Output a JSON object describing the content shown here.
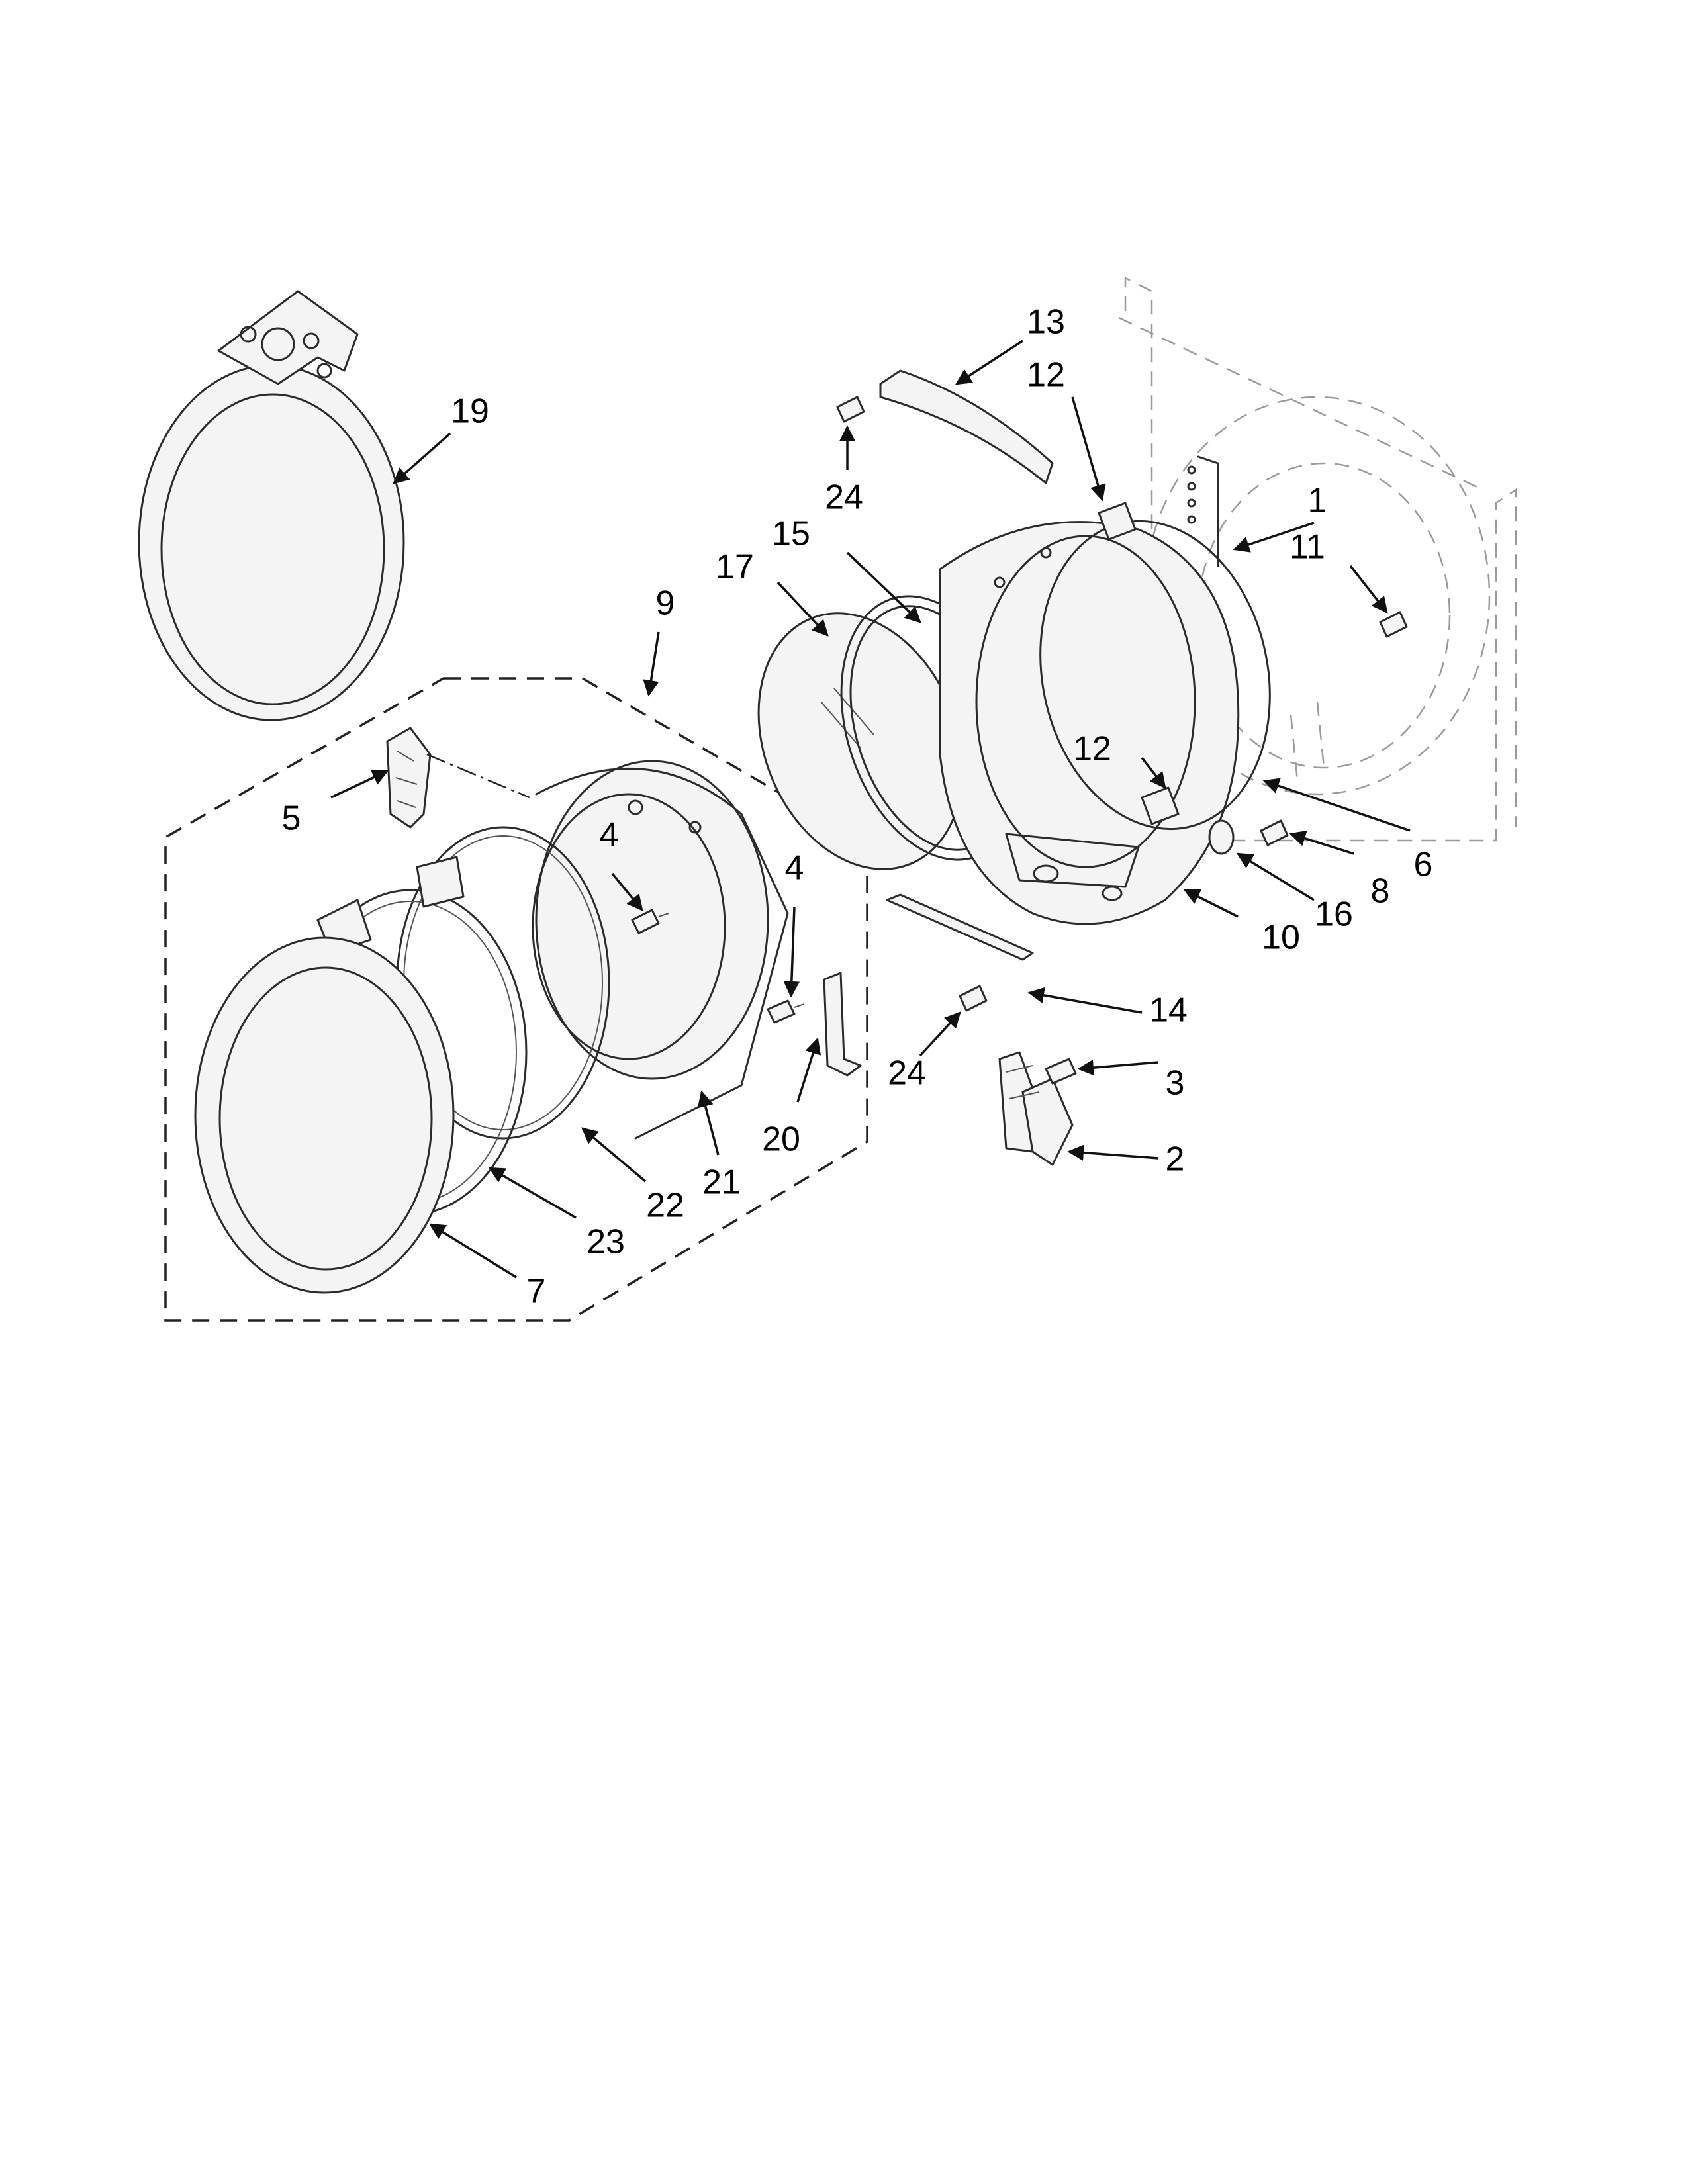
{
  "callouts": {
    "c1": "1",
    "c2": "2",
    "c3": "3",
    "c4a": "4",
    "c4b": "4",
    "c5": "5",
    "c6": "6",
    "c7": "7",
    "c8": "8",
    "c9": "9",
    "c10": "10",
    "c11": "11",
    "c12a": "12",
    "c12b": "12",
    "c13": "13",
    "c14": "14",
    "c15": "15",
    "c16": "16",
    "c17": "17",
    "c19": "19",
    "c20": "20",
    "c21": "21",
    "c22": "22",
    "c23": "23",
    "c24a": "24",
    "c24b": "24"
  }
}
